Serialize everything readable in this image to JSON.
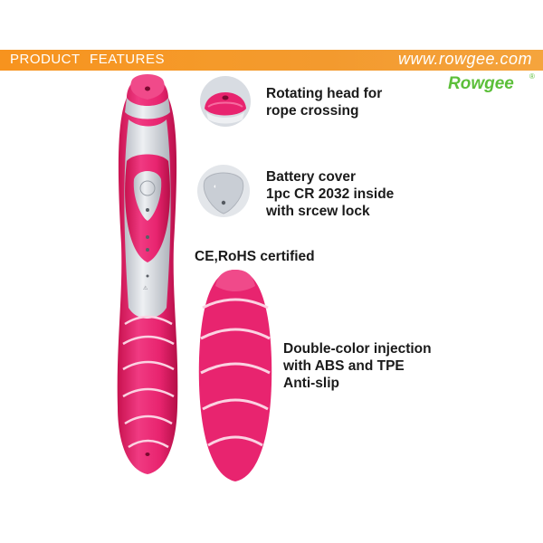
{
  "banner": {
    "title": "PRODUCT   FEATURES",
    "url": "www.rowgee.com"
  },
  "brand": {
    "name": "Rowgee",
    "reg_mark": "®"
  },
  "features": [
    {
      "text": "Rotating head for\nrope crossing"
    },
    {
      "text": "Battery cover\n1pc CR 2032 inside\nwith srcew lock"
    },
    {
      "text": "CE,RoHS certified"
    },
    {
      "text": "Double-color injection\nwith ABS and TPE\nAnti-slip"
    }
  ],
  "colors": {
    "banner": "#f7931e",
    "handle_pink": "#e8246f",
    "handle_grey": "#d9dde3",
    "brand_green": "#5cbf3a"
  }
}
